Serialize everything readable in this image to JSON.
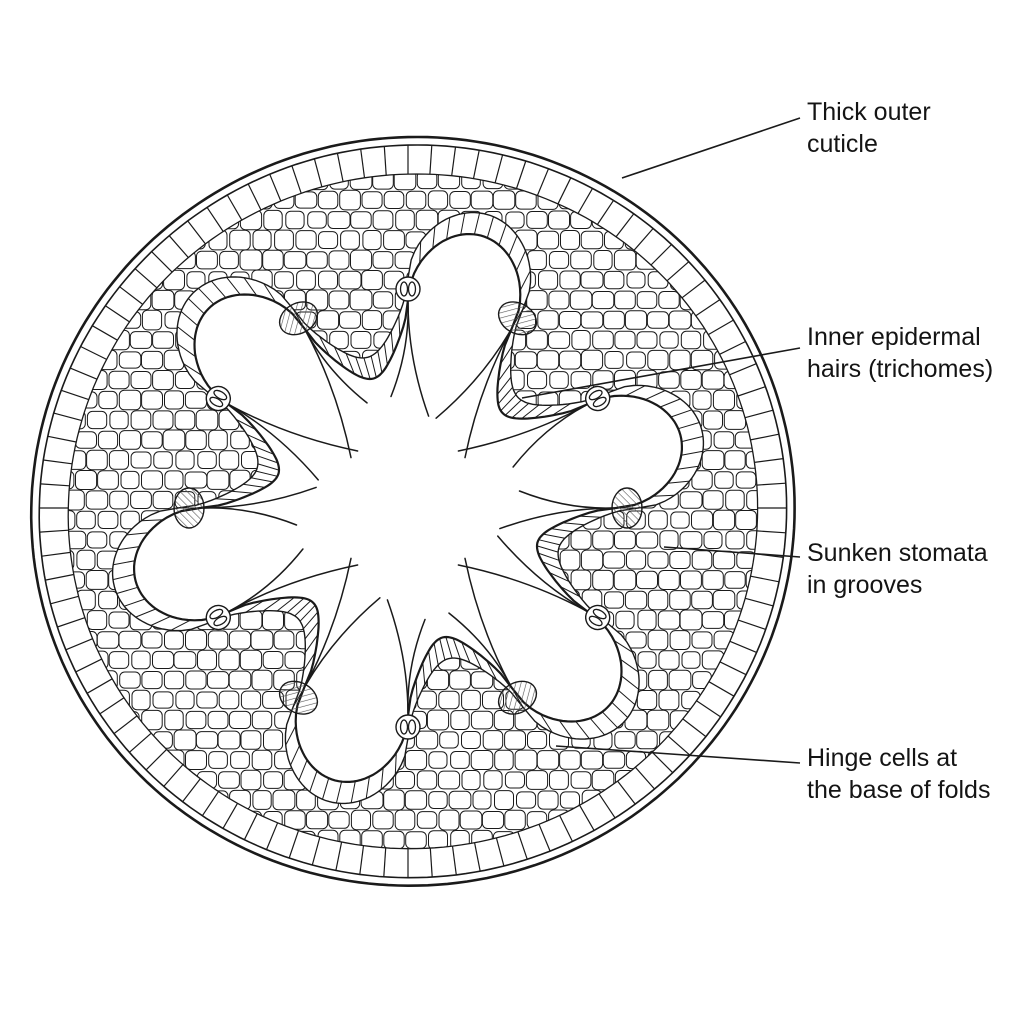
{
  "diagram": {
    "stroke_color": "#1a1a1a",
    "background_color": "#ffffff",
    "hatch_color": "#555555",
    "labels": {
      "cuticle": [
        "Thick outer",
        "cuticle"
      ],
      "hairs": [
        "Inner epidermal",
        "hairs (trichomes)"
      ],
      "stomata": [
        "Sunken stomata",
        "in grooves"
      ],
      "hinge": [
        "Hinge cells at",
        "the base of folds"
      ]
    }
  }
}
